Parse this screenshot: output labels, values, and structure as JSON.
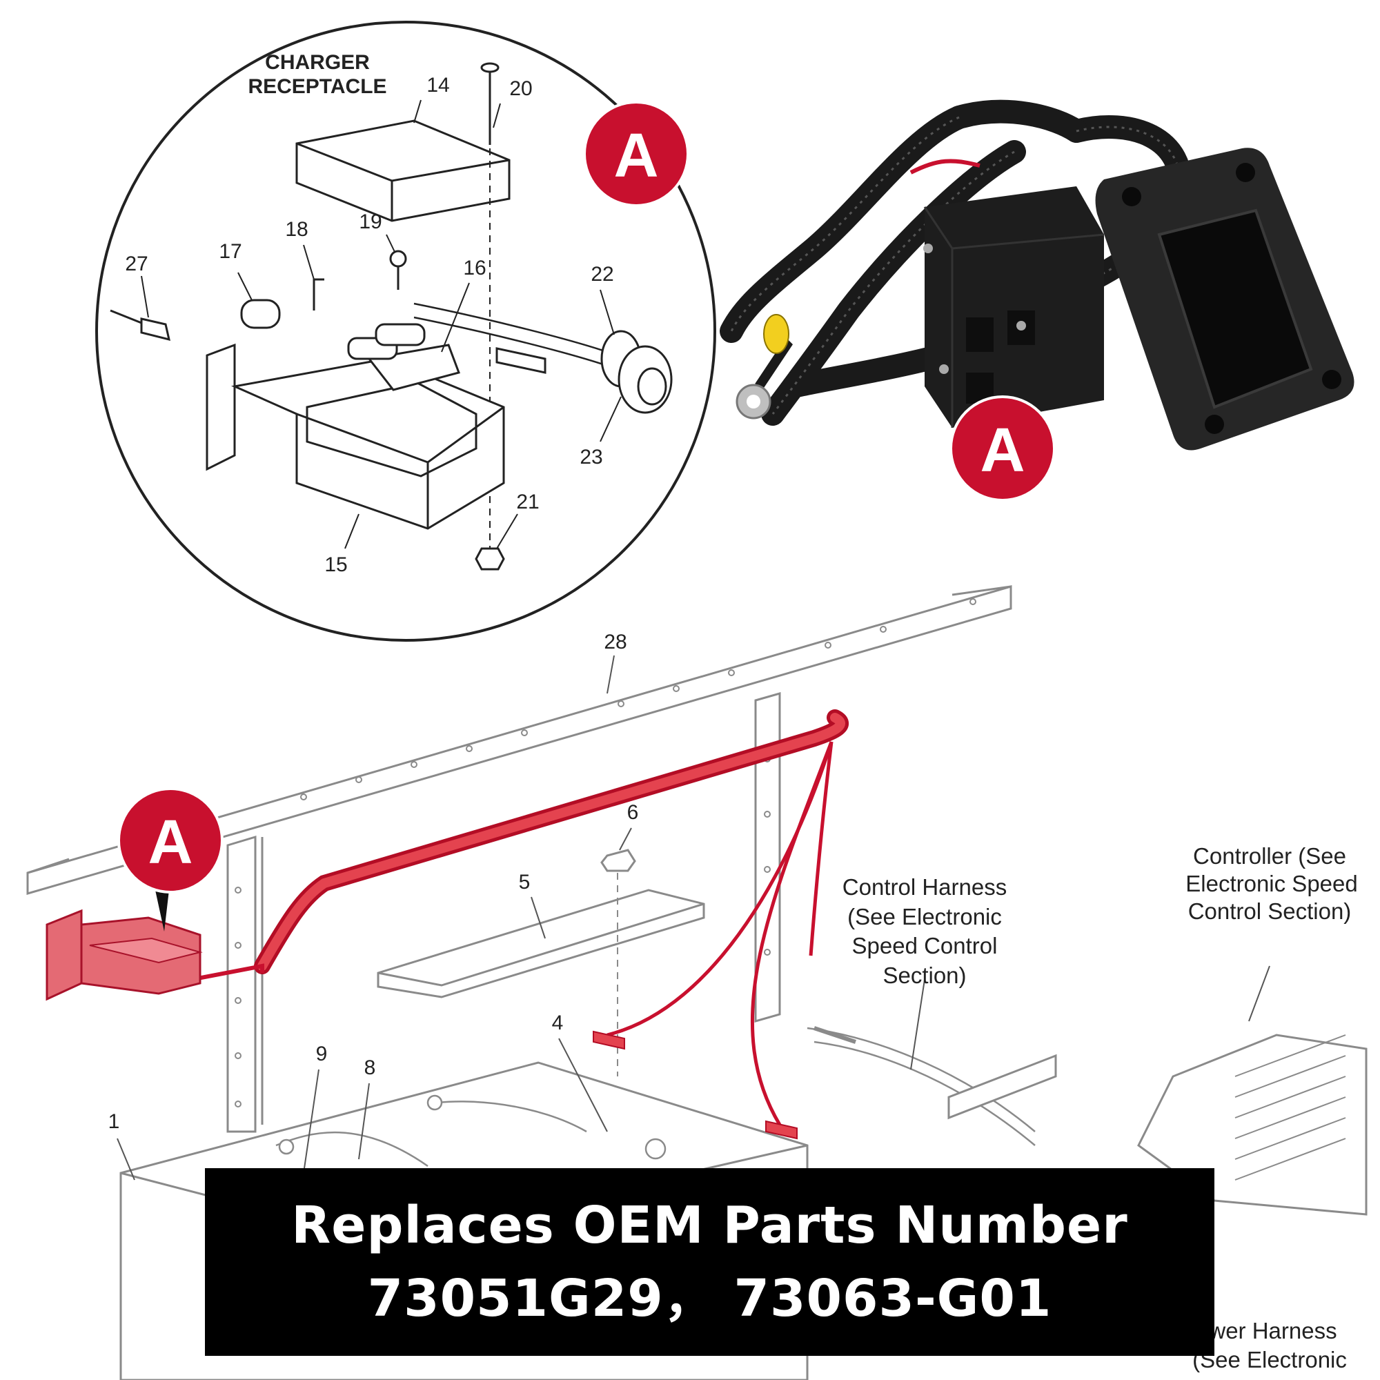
{
  "inset_heading": [
    "CHARGER",
    "RECEPTACLE"
  ],
  "callout_badge": "A",
  "part_numbers": [
    "14",
    "20",
    "19",
    "18",
    "17",
    "27",
    "16",
    "22",
    "23",
    "21",
    "15",
    "28",
    "6",
    "5",
    "4",
    "9",
    "8",
    "1"
  ],
  "side_labels": {
    "control_harness": [
      "Control Harness",
      "(See Electronic",
      "Speed Control",
      "Section)"
    ],
    "controller": [
      "Controller (See",
      "Electronic Speed",
      "Control Section)"
    ],
    "power_harness": [
      "wer Harness",
      "(See Electronic"
    ]
  },
  "banner": {
    "line1": "Replaces OEM Parts Number",
    "line2": "73051G29， 73063-G01"
  },
  "colors": {
    "highlight": "#c8102e",
    "badge": "#c8102e",
    "banner_bg": "#000000",
    "banner_text": "#ffffff"
  }
}
